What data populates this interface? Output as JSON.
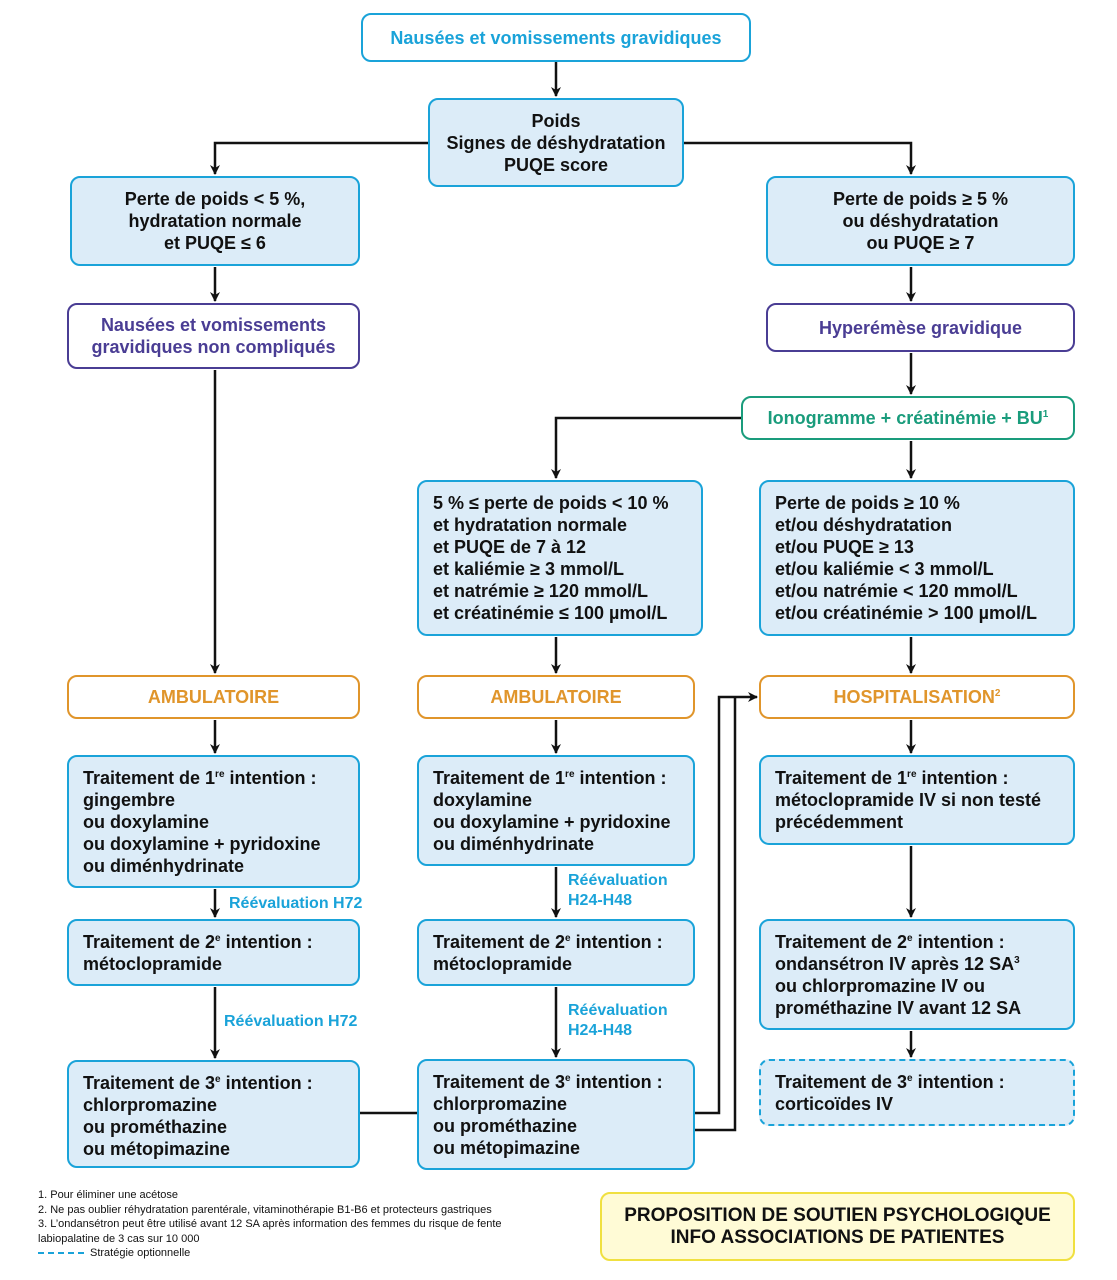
{
  "title": "Nausées et vomissements gravidiques",
  "assessment": [
    "Poids",
    "Signes de déshydratation",
    "PUQE score"
  ],
  "left_branch": {
    "criteria": [
      "Perte de poids < 5 %,",
      "hydratation normale",
      "et PUQE ≤ 6"
    ],
    "diagnosis": [
      "Nausées et vomissements",
      "gravidiques non compliqués"
    ],
    "setting": "AMBULATOIRE",
    "t1": {
      "heading_pre": "Traitement de 1",
      "heading_sup": "re",
      "heading_post": " intention :",
      "lines": [
        "gingembre",
        "ou doxylamine",
        "ou doxylamine + pyridoxine",
        "ou diménhydrinate"
      ]
    },
    "reeval1": "Réévaluation H72",
    "t2": {
      "heading_pre": "Traitement de 2",
      "heading_sup": "e",
      "heading_post": " intention :",
      "lines": [
        "métoclopramide"
      ]
    },
    "reeval2": "Réévaluation H72",
    "t3": {
      "heading_pre": "Traitement de 3",
      "heading_sup": "e",
      "heading_post": " intention :",
      "lines": [
        "chlorpromazine",
        "ou prométhazine",
        "ou métopimazine"
      ]
    }
  },
  "right_branch": {
    "criteria": [
      "Perte de poids ≥ 5 %",
      "ou déshydratation",
      "ou PUQE ≥ 7"
    ],
    "diagnosis": "Hyperémèse gravidique",
    "labs": {
      "text": "Ionogramme + créatinémie + BU",
      "sup": "1"
    }
  },
  "middle": {
    "criteria": [
      "5 % ≤ perte de poids < 10 %",
      "et hydratation normale",
      "et PUQE de 7 à 12",
      "et kaliémie ≥ 3 mmol/L",
      "et natrémie ≥ 120 mmol/L",
      "et créatinémie ≤ 100 µmol/L"
    ],
    "setting": "AMBULATOIRE",
    "t1": {
      "heading_pre": "Traitement de 1",
      "heading_sup": "re",
      "heading_post": " intention :",
      "lines": [
        "doxylamine",
        "ou doxylamine + pyridoxine",
        "ou diménhydrinate"
      ]
    },
    "reeval1": [
      "Réévaluation",
      "H24-H48"
    ],
    "t2": {
      "heading_pre": "Traitement de 2",
      "heading_sup": "e",
      "heading_post": " intention :",
      "lines": [
        "métoclopramide"
      ]
    },
    "reeval2": [
      "Réévaluation",
      "H24-H48"
    ],
    "t3": {
      "heading_pre": "Traitement de 3",
      "heading_sup": "e",
      "heading_post": " intention :",
      "lines": [
        "chlorpromazine",
        "ou prométhazine",
        "ou métopimazine"
      ]
    }
  },
  "severe": {
    "criteria": [
      "Perte de poids ≥ 10 %",
      "et/ou déshydratation",
      "et/ou PUQE ≥ 13",
      "et/ou kaliémie < 3 mmol/L",
      "et/ou natrémie < 120 mmol/L",
      "et/ou créatinémie > 100 µmol/L"
    ],
    "setting": {
      "text": "HOSPITALISATION",
      "sup": "2"
    },
    "t1": {
      "heading_pre": "Traitement de 1",
      "heading_sup": "re",
      "heading_post": " intention :",
      "lines": [
        "métoclopramide IV si non testé",
        "précédemment"
      ]
    },
    "t2": {
      "heading_pre": "Traitement de 2",
      "heading_sup": "e",
      "heading_post": " intention :",
      "line1": "ondansétron IV après 12 SA",
      "line1_sup": "3",
      "lines": [
        "ou chlorpromazine IV ou",
        "prométhazine IV avant 12 SA"
      ]
    },
    "t3": {
      "heading_pre": "Traitement de 3",
      "heading_sup": "e",
      "heading_post": " intention :",
      "lines": [
        "corticoïdes IV"
      ]
    }
  },
  "support_box": [
    "PROPOSITION DE SOUTIEN PSYCHOLOGIQUE",
    "INFO ASSOCIATIONS DE PATIENTES"
  ],
  "footnotes": [
    "1. Pour éliminer une acétose",
    "2. Ne pas oublier réhydratation parentérale, vitaminothérapie B1-B6 et protecteurs gastriques",
    "3. L’ondansétron peut être utilisé avant 12 SA après information des femmes du risque de fente",
    "labiopalatine de 3 cas sur 10 000"
  ],
  "legend": {
    "dashed_label": "Stratégie optionnelle"
  },
  "colors": {
    "blue": "#1aa3d9",
    "fill": "#dcecf8",
    "purple": "#4a3d94",
    "orange": "#e0952b",
    "green": "#1a9c7c",
    "yellow": "#f0e040"
  }
}
